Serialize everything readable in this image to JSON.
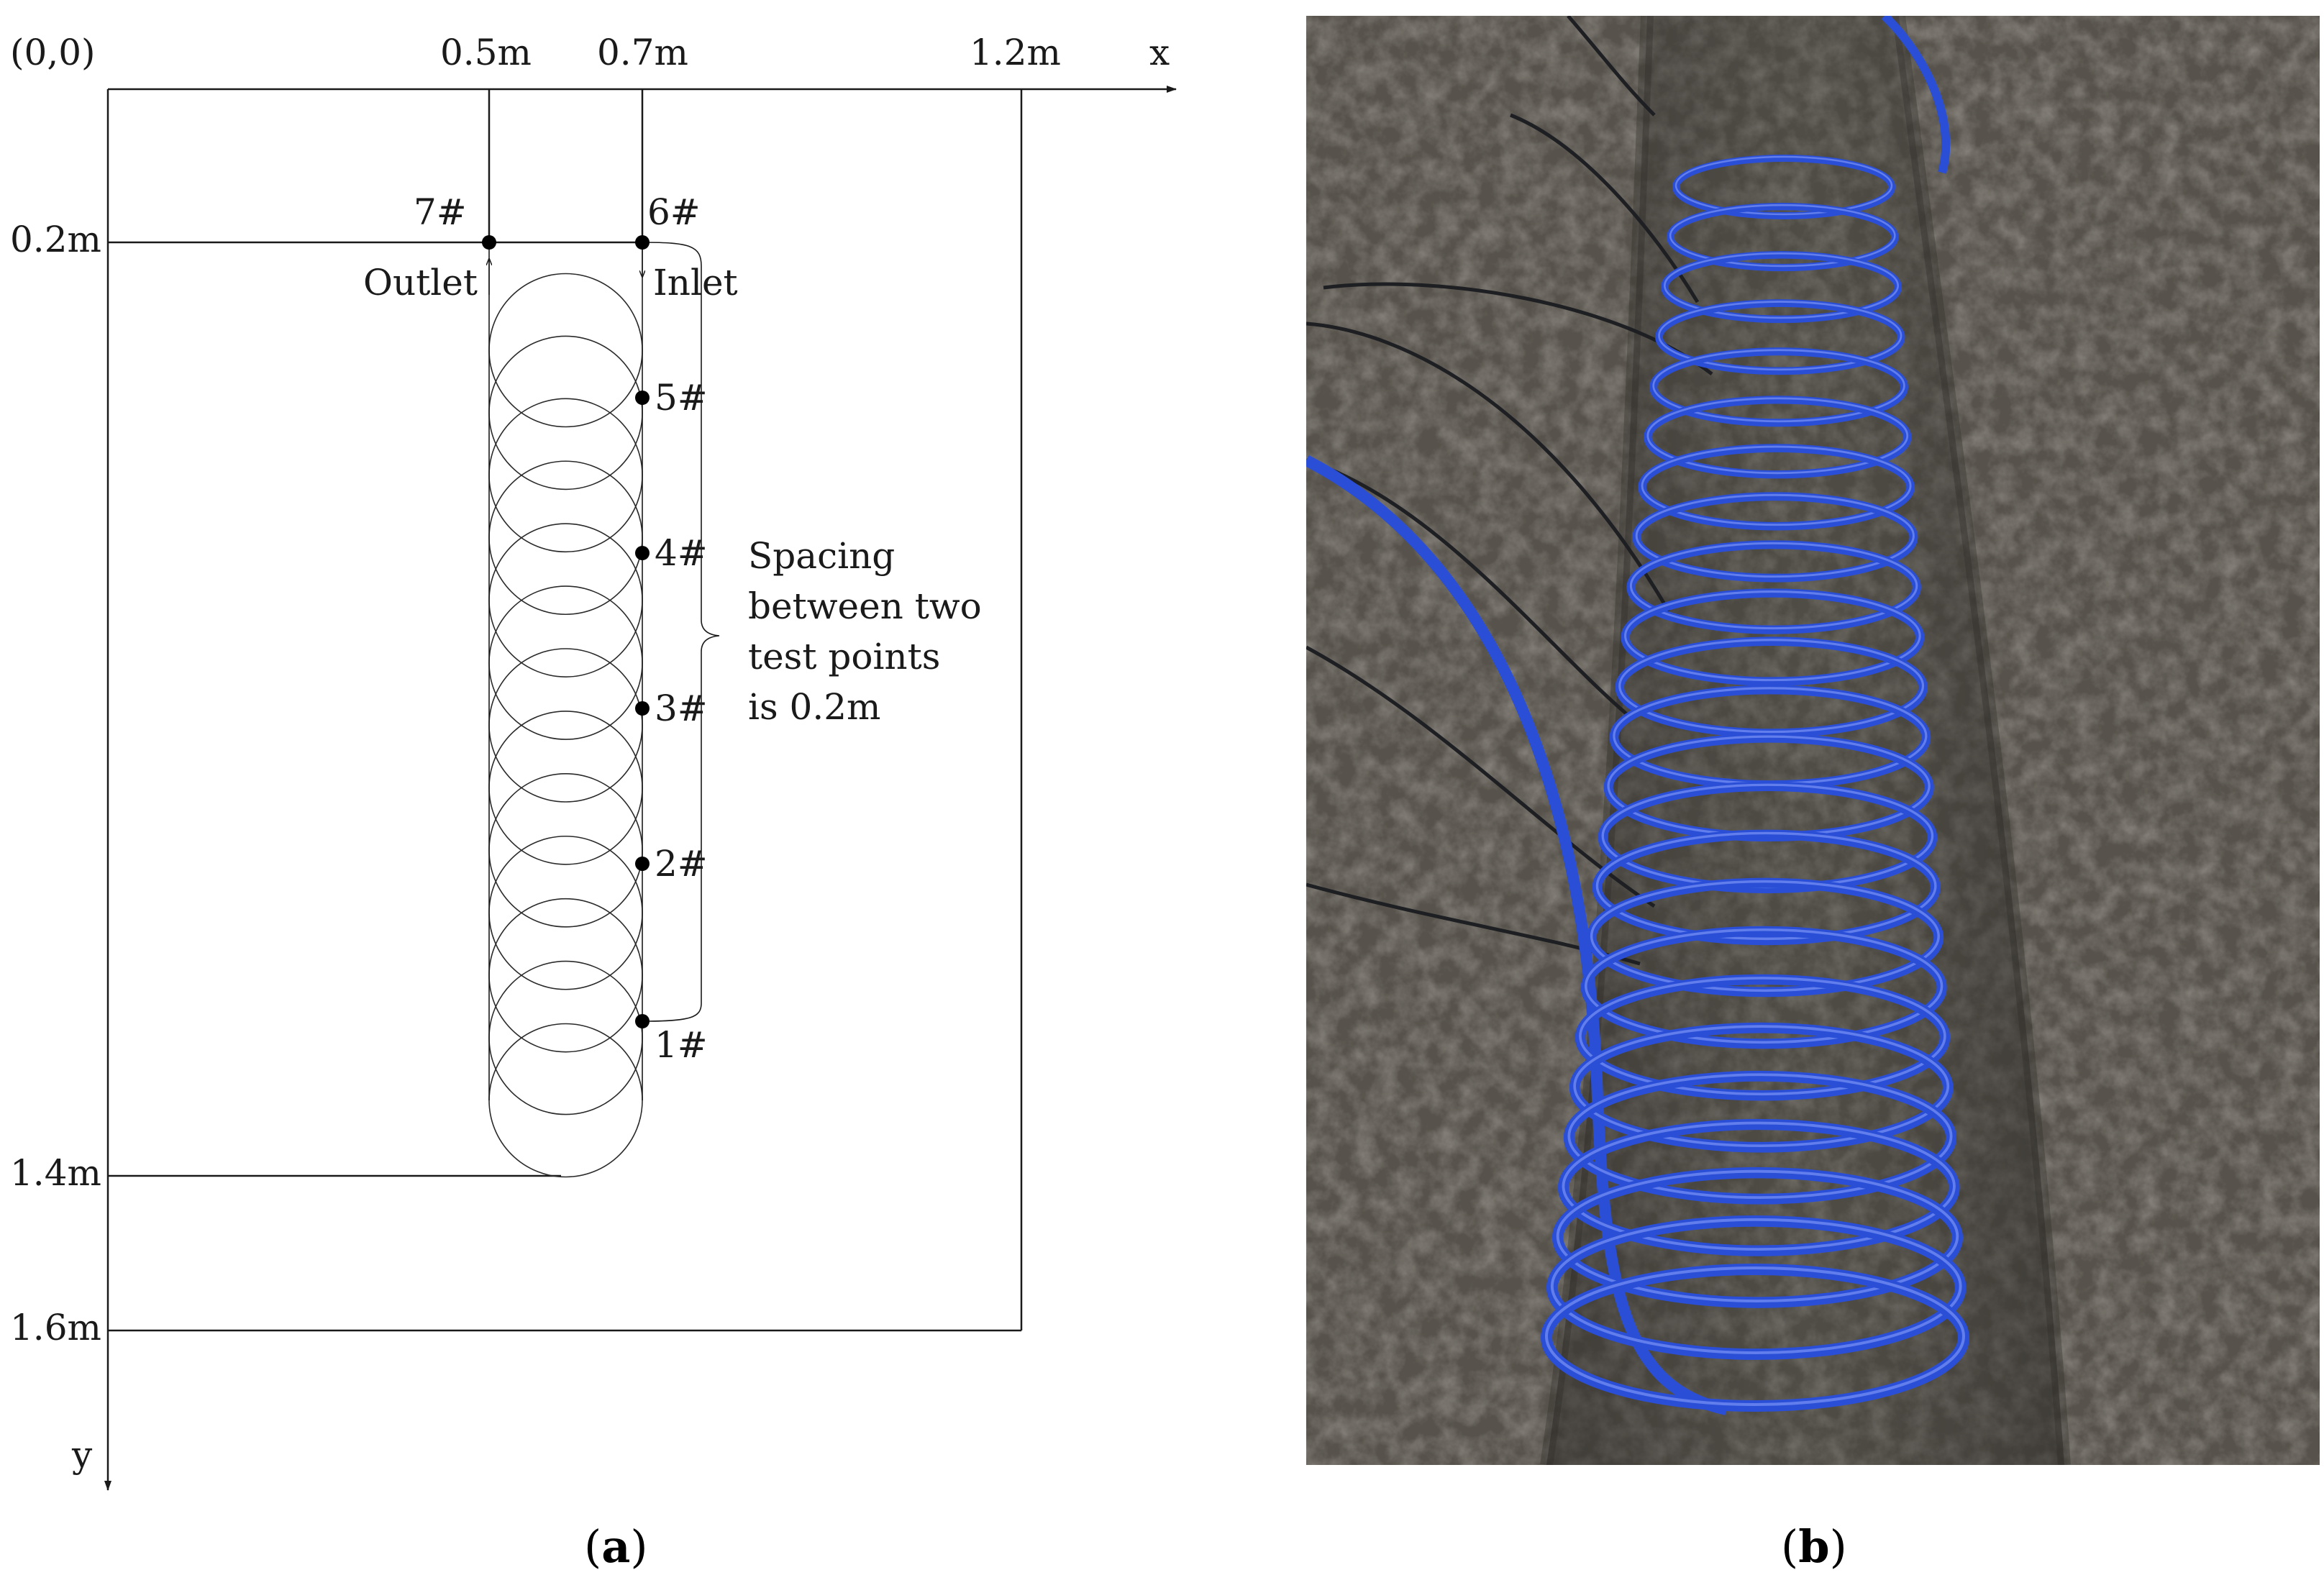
{
  "panel_a": {
    "origin_label": "(0,0)",
    "x_axis_label": "x",
    "y_axis_label": "y",
    "x_ticks": [
      "0.5m",
      "0.7m",
      "1.2m"
    ],
    "y_ticks": [
      "0.2m",
      "1.4m",
      "1.6m"
    ],
    "outlet_label": "Outlet",
    "inlet_label": "Inlet",
    "point_labels": [
      "1#",
      "2#",
      "3#",
      "4#",
      "5#",
      "6#",
      "7#"
    ],
    "spacing_note": [
      "Spacing",
      "between two",
      "test points",
      "is 0.2m"
    ]
  },
  "panel_b": {
    "pipe_color": "#2a4fd6",
    "soil_color": "#57534c"
  },
  "captions": {
    "a": {
      "open": "(",
      "letter": "a",
      "close": ")"
    },
    "b": {
      "open": "(",
      "letter": "b",
      "close": ")"
    }
  }
}
